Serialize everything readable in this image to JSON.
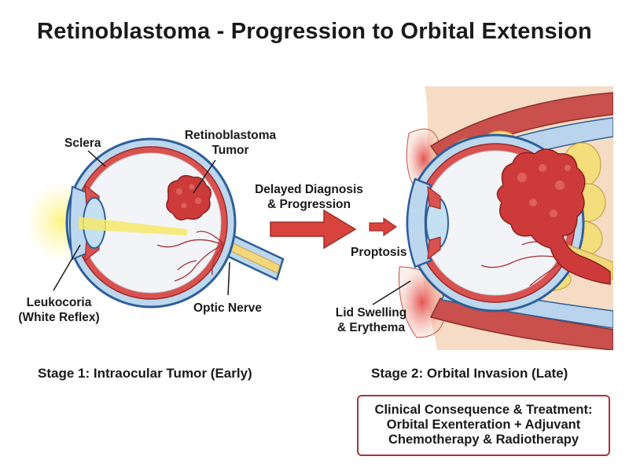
{
  "title": "Retinoblastoma - Progression to Orbital Extension",
  "stage1": {
    "heading": "Stage 1: Intraocular Tumor (Early)",
    "labels": {
      "sclera": "Sclera",
      "tumor_line1": "Retinoblastoma",
      "tumor_line2": "Tumor",
      "leukocoria_line1": "Leukocoria",
      "leukocoria_line2": "(White Reflex)",
      "optic_nerve": "Optic Nerve"
    }
  },
  "transition": {
    "line1": "Delayed Diagnosis",
    "line2": "& Progression"
  },
  "stage2": {
    "heading": "Stage 2: Orbital Invasion (Late)",
    "labels": {
      "proptosis": "Proptosis",
      "lid_line1": "Lid Swelling",
      "lid_line2": "& Erythema"
    }
  },
  "consequence": {
    "line1": "Clinical Consequence & Treatment:",
    "line2": "Orbital Exenteration + Adjuvant",
    "line3": "Chemotherapy & Radiotherapy"
  },
  "colors": {
    "outline": "#2e5f9a",
    "sclera_blue": "#bcd7ee",
    "retina_red": "#d9524f",
    "tumor_red": "#cc3b3a",
    "nerve_yellow": "#f3d77a",
    "fat_yellow": "#f4de7c",
    "skin": "#f6dcc5",
    "arrow_red": "#d8433d",
    "box_border": "#a8353a"
  }
}
